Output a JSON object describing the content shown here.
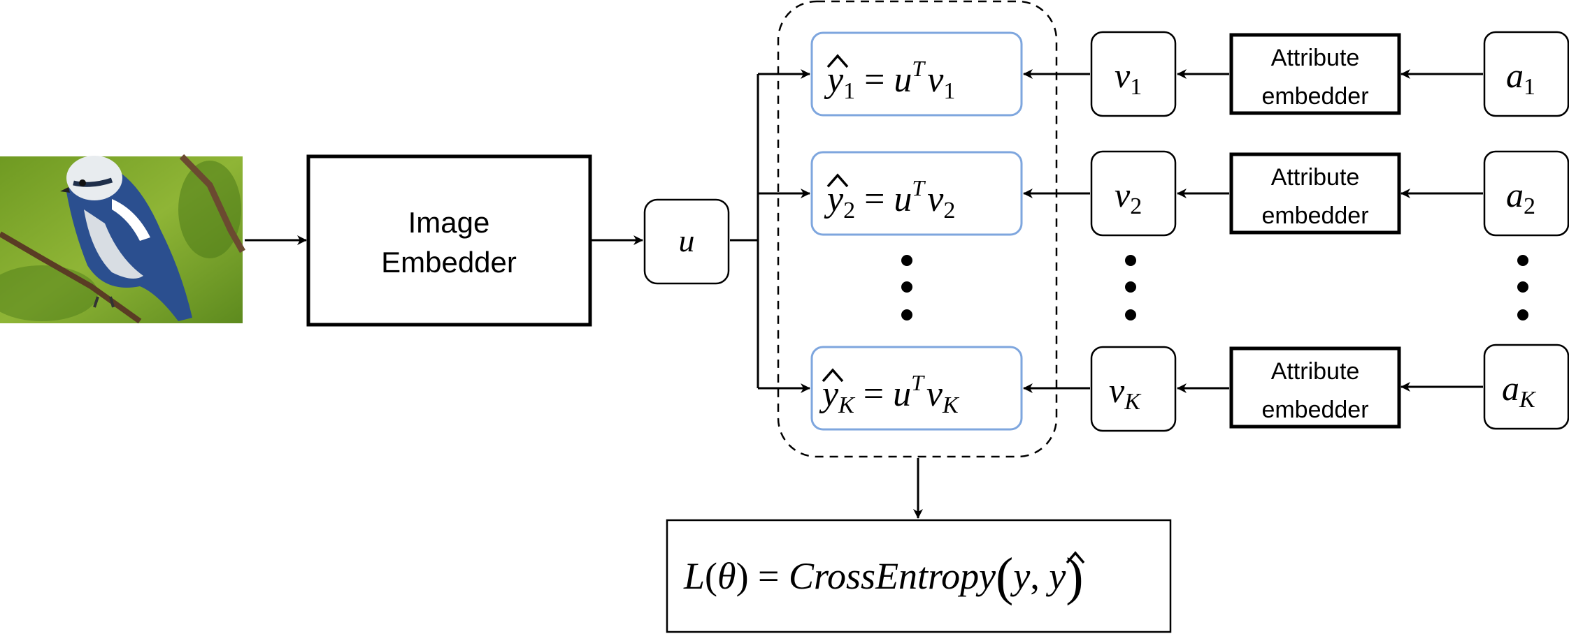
{
  "image_embedder": {
    "line1": "Image",
    "line2": "Embedder"
  },
  "embedding": {
    "symbol": "u"
  },
  "predictions": [
    {
      "y": "y",
      "sub": "K",
      "eq": " = ",
      "u": "u",
      "sup": "T",
      "v": "v"
    },
    {
      "y": "y",
      "sub": "1",
      "eq": " = ",
      "u": "u",
      "sup": "T",
      "v": "v"
    },
    {
      "y": "y",
      "sub": "2",
      "eq": " = ",
      "u": "u",
      "sup": "T",
      "v": "v"
    }
  ],
  "attr_vectors": [
    {
      "symbol": "v",
      "sub": "1"
    },
    {
      "symbol": "v",
      "sub": "2"
    },
    {
      "symbol": "v",
      "sub": "K"
    }
  ],
  "attribute_embedder": {
    "line1": "Attribute",
    "line2": "embedder"
  },
  "attributes": [
    {
      "symbol": "a",
      "sub": "1"
    },
    {
      "symbol": "a",
      "sub": "2"
    },
    {
      "symbol": "a",
      "sub": "K"
    }
  ],
  "loss": {
    "lhs": "L",
    "open": "(",
    "theta": "θ",
    "close": ")",
    "eq": " = ",
    "fn": "CrossEntropy",
    "yhat": "y",
    "comma": ", ",
    "y": "y"
  }
}
